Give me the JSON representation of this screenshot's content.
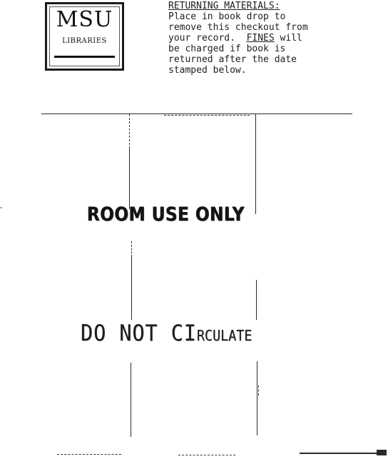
{
  "logo": {
    "name": "MSU",
    "subtitle": "LIBRARIES"
  },
  "instructions": {
    "heading": "RETURNING MATERIALS:",
    "line1": "Place in book drop to",
    "line2": "remove this checkout from",
    "line3_pre": "your record.  ",
    "line3_fines": "FINES",
    "line3_post": " will",
    "line4": "be charged if book is",
    "line5": "returned after the date",
    "line6": "stamped below."
  },
  "stamps": {
    "room_use": "ROOM USE ONLY",
    "circulate_main": "DO NOT CI",
    "circulate_tail": "RCULATE"
  },
  "colors": {
    "ink": "#1a1a1a",
    "paper": "#ffffff"
  }
}
